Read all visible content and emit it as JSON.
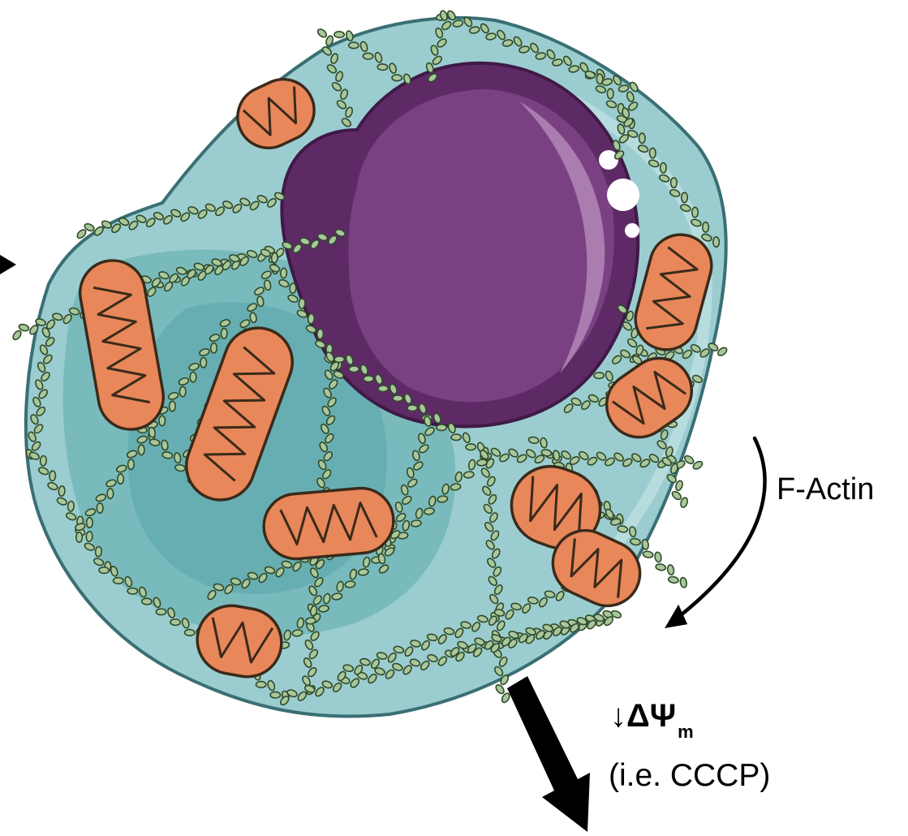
{
  "labels": {
    "f_actin": "F-Actin",
    "membrane_potential_drop": "↓ΔΨ",
    "membrane_potential_subscript": "m",
    "treatment": "(i.e. CCCP)"
  },
  "colors": {
    "cytoplasm": "#9bcdd0",
    "cytoplasm_shade": "#6eb3b7",
    "cell_outline": "#3a6f74",
    "nucleus": "#7a4182",
    "nucleus_dark": "#5e2a66",
    "nucleus_highlight": "#b487b9",
    "mitochondria": "#e8875a",
    "mitochondria_outline": "#3a2a1a",
    "actin_bead": "#a9c79a",
    "actin_outline": "#2f4a2a",
    "arrow": "#000000"
  }
}
